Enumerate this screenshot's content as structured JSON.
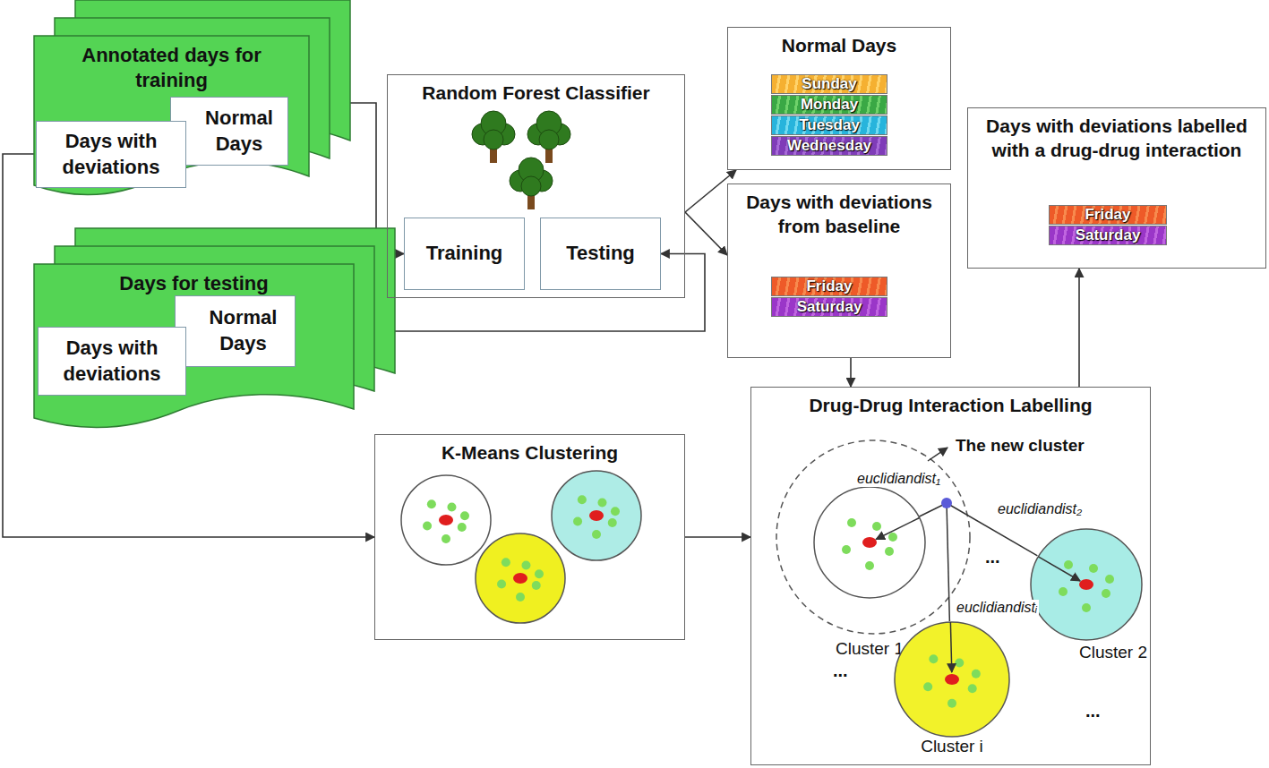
{
  "diagram": {
    "nodes": [
      {
        "text": [
          "Annotated days for training"
        ]
      },
      {
        "text": [
          "Normal Days"
        ],
        "in": 0
      },
      {
        "text": [
          "Days with deviations"
        ],
        "in": 0
      },
      {
        "text": [
          "Days for testing"
        ]
      },
      {
        "text": [
          "Normal Days"
        ],
        "in": 3
      },
      {
        "text": [
          "Days with deviations"
        ],
        "in": 3
      },
      {
        "text": [
          "Random Forest Classifier"
        ]
      },
      {
        "text": [
          "Training"
        ],
        "in": 6
      },
      {
        "text": [
          "Testing"
        ],
        "in": 6
      },
      {
        "text": [
          "Normal Days"
        ]
      },
      {
        "text": [
          "Sunday"
        ],
        "in": 9
      },
      {
        "text": [
          "Monday"
        ],
        "in": 9
      },
      {
        "text": [
          "Tuesday"
        ],
        "in": 9
      },
      {
        "text": [
          "Wednesday"
        ],
        "in": 9
      },
      {
        "text": [
          "Days with deviations from baseline"
        ]
      },
      {
        "text": [
          "Friday"
        ],
        "in": 14
      },
      {
        "text": [
          "Saturday"
        ],
        "in": 14
      },
      {
        "text": [
          "Days with deviations labelled with a drug-drug interaction"
        ]
      },
      {
        "text": [
          "Friday"
        ],
        "in": 17
      },
      {
        "text": [
          "Saturday"
        ],
        "in": 17
      },
      {
        "text": [
          "K-Means Clustering"
        ]
      },
      {
        "text": [
          "Drug-Drug Interaction Labelling"
        ]
      },
      {
        "text": [
          "Cluster 1"
        ],
        "in": 21
      },
      {
        "text": [
          "Cluster 2"
        ],
        "in": 21
      },
      {
        "text": [
          "Cluster i"
        ],
        "in": 21
      }
    ],
    "edges": [
      {
        "from": 0,
        "to": 7,
        "arrow": "to"
      },
      {
        "from": 3,
        "to": 8,
        "arrow": "to"
      },
      {
        "from": 6,
        "to": 9,
        "arrow": "to"
      },
      {
        "from": 6,
        "to": 14,
        "arrow": "to"
      },
      {
        "from": 14,
        "to": 21,
        "arrow": "to"
      },
      {
        "from": 21,
        "to": 17,
        "arrow": "to"
      },
      {
        "from": 2,
        "to": 20,
        "arrow": "to"
      },
      {
        "from": 20,
        "to": 21,
        "arrow": "to"
      }
    ],
    "labels": [
      "The new cluster",
      "euclidiandist₁",
      "euclidiandist₂",
      "euclidiandistᵢ",
      "...",
      "...",
      "..."
    ]
  }
}
